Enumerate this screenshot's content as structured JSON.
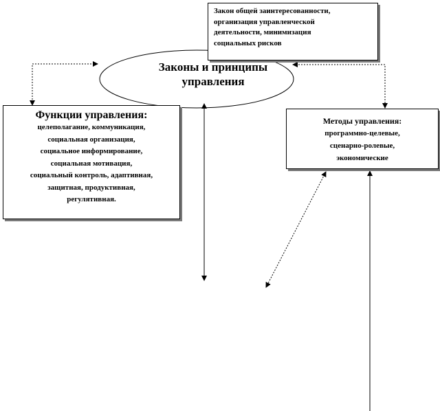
{
  "law_box": {
    "lines": [
      "Закон общей заинтересованности,",
      "организация управленческой",
      "деятельности, минимизация",
      "социальных рисков"
    ]
  },
  "ellipse": {
    "lines": [
      "Законы и принципы",
      "управления"
    ]
  },
  "functions_box": {
    "title": "Функции управления:",
    "lines": [
      "целеполагание, коммуникация,",
      "социальная организация,",
      "социальное информирование,",
      "социальная мотивация,",
      "социальный контроль, адаптивная,",
      "защитная, продуктивная,",
      "регулятивная."
    ]
  },
  "methods_box": {
    "title": "Методы управления:",
    "lines": [
      "программно-целевые,",
      "сценарно-ролевые,",
      "экономические"
    ]
  }
}
